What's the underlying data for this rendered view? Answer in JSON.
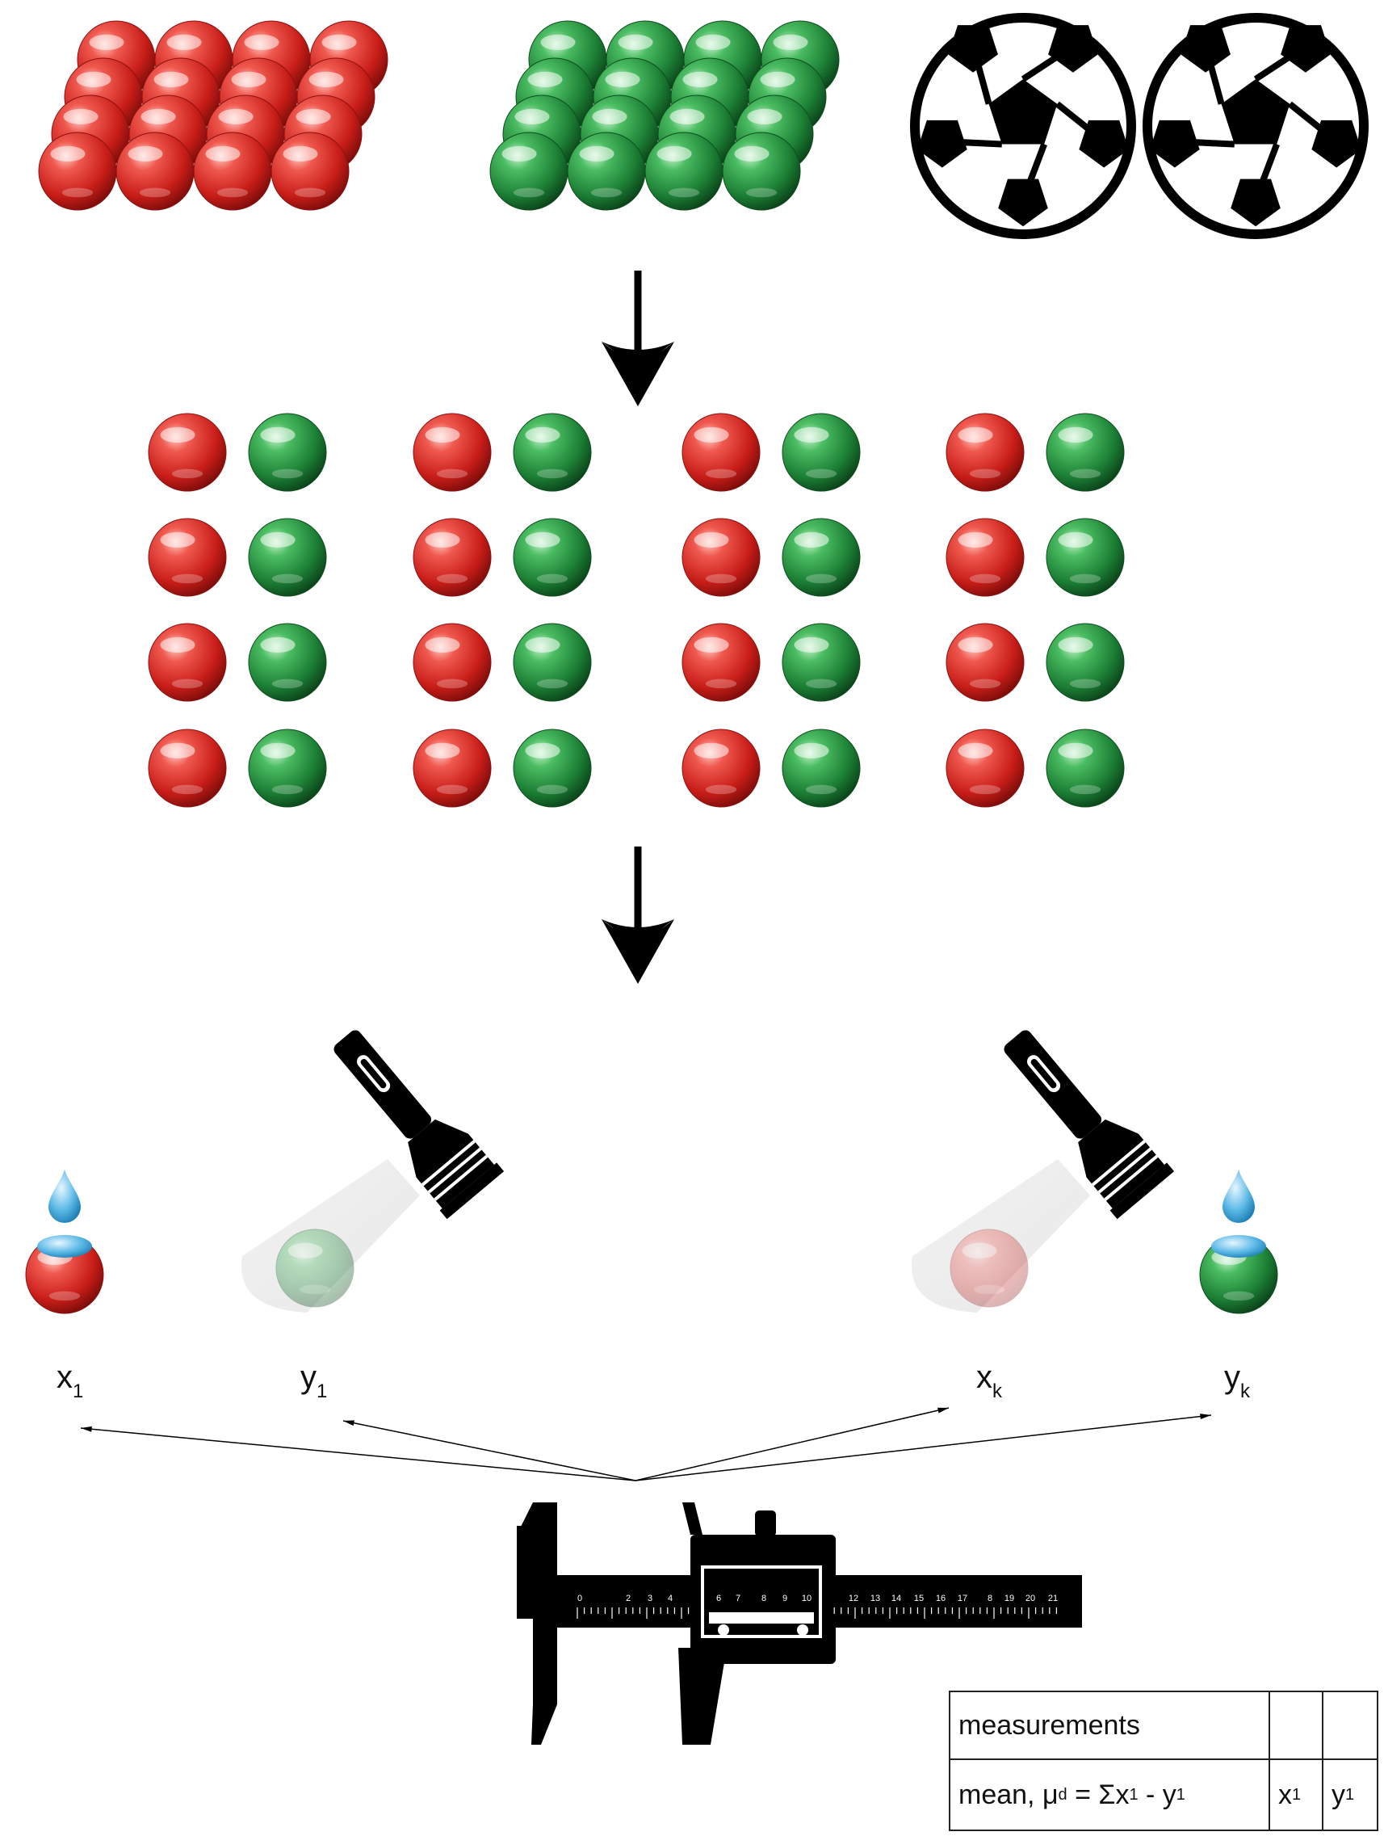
{
  "top_groups": [
    {
      "name": "red-marbles-pile",
      "color": "red",
      "count": 16
    },
    {
      "name": "green-marbles-pile",
      "color": "green",
      "count": 16
    },
    {
      "name": "soccer-balls",
      "count": 2
    }
  ],
  "pairs": {
    "columns": 4,
    "rows": 4
  },
  "measurement_scene": {
    "left_pair": {
      "x_label": "x",
      "x_sub": "1",
      "y_label": "y",
      "y_sub": "1"
    },
    "right_pair": {
      "x_label": "x",
      "x_sub": "k",
      "y_label": "y",
      "y_sub": "k"
    }
  },
  "table": {
    "row1_label": "measurements",
    "row2_label_prefix": "mean, ",
    "mu": "μ",
    "mu_sub": "d",
    "formula_mid": " = Σx",
    "formula_sub1": "1",
    "formula_minus": " - y",
    "formula_sub2": "1",
    "col_x": "x",
    "col_x_sub": "1",
    "col_y": "y",
    "col_y_sub": "1"
  },
  "colors": {
    "red": "#d42a24",
    "green": "#1f8a3a",
    "water": "#5bb8e6",
    "ink": "#111111"
  },
  "icons": [
    "arrow-down-icon",
    "flashlight-icon",
    "water-drop-icon",
    "caliper-icon",
    "soccer-ball-icon"
  ]
}
